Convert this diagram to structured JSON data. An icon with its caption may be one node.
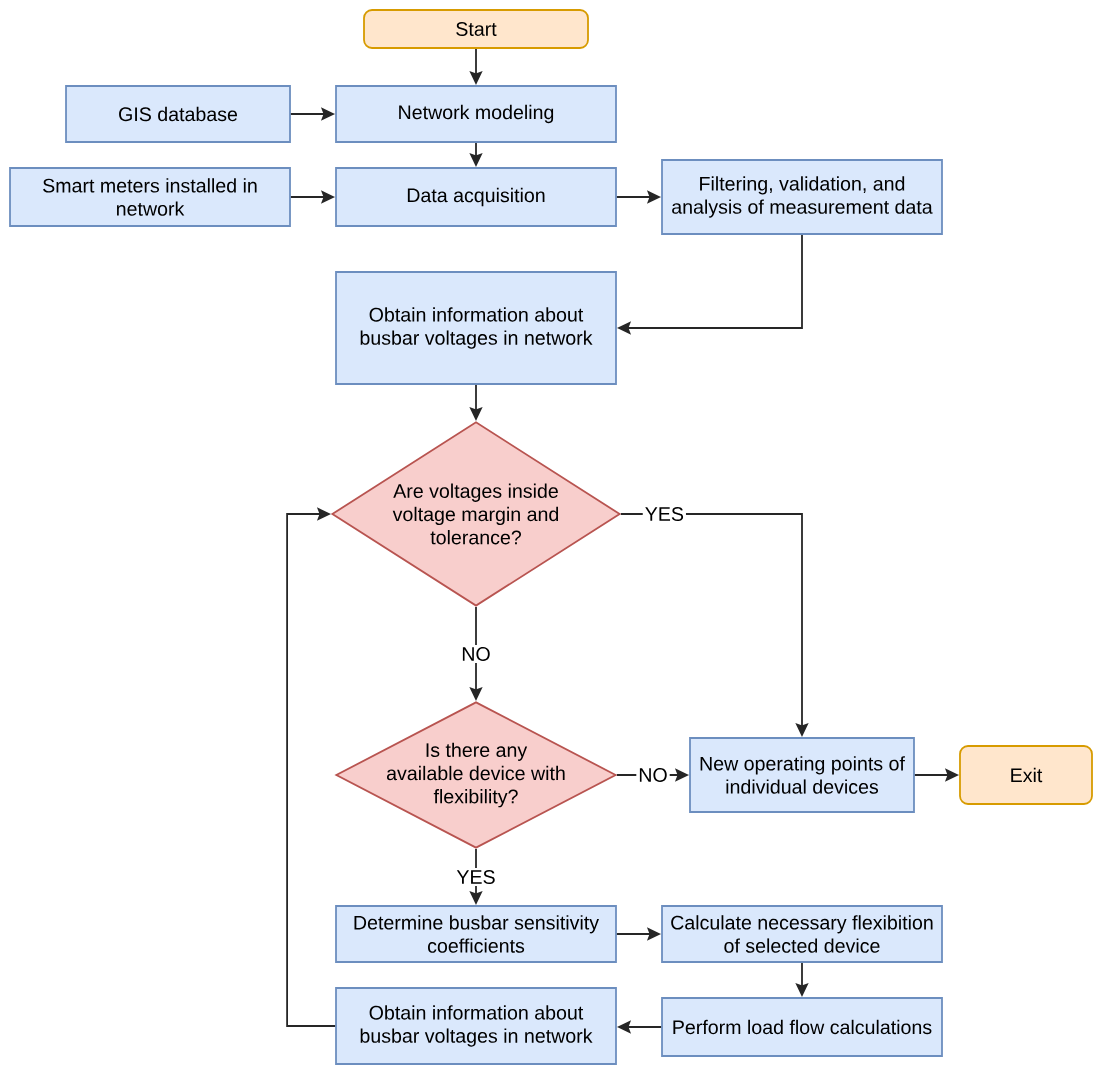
{
  "diagram": {
    "nodes": [
      {
        "text": [
          "Start"
        ]
      },
      {
        "text": [
          "GIS database"
        ]
      },
      {
        "text": [
          "Network modeling"
        ]
      },
      {
        "text": [
          "Smart meters installed in network"
        ]
      },
      {
        "text": [
          "Data acquisition"
        ]
      },
      {
        "text": [
          "Filtering, validation, and analysis of measurement data"
        ]
      },
      {
        "text": [
          "Obtain information about busbar voltages in network"
        ]
      },
      {
        "text": [
          "Are voltages inside voltage margin and tolerance?"
        ]
      },
      {
        "text": [
          "Is there any available device with flexibility?"
        ]
      },
      {
        "text": [
          "New operating points of individual devices"
        ]
      },
      {
        "text": [
          "Exit"
        ]
      },
      {
        "text": [
          "Determine busbar  sensitivity coefficients"
        ]
      },
      {
        "text": [
          "Calculate necessary flexibition of selected device"
        ]
      },
      {
        "text": [
          "Perform load flow calculations"
        ]
      },
      {
        "text": [
          "Obtain information about busbar voltages in network"
        ]
      }
    ],
    "edges": [
      {
        "from": 0,
        "to": 2,
        "arrow": "to"
      },
      {
        "from": 1,
        "to": 2,
        "arrow": "to"
      },
      {
        "from": 2,
        "to": 4,
        "arrow": "to"
      },
      {
        "from": 3,
        "to": 4,
        "arrow": "to"
      },
      {
        "from": 4,
        "to": 5,
        "arrow": "to"
      },
      {
        "from": 5,
        "to": 6,
        "arrow": "to"
      },
      {
        "from": 6,
        "to": 7,
        "arrow": "to"
      },
      {
        "from": 7,
        "to": 9,
        "arrow": "to",
        "label": "YES"
      },
      {
        "from": 7,
        "to": 8,
        "arrow": "to",
        "label": "NO"
      },
      {
        "from": 8,
        "to": 9,
        "arrow": "to",
        "label": "NO"
      },
      {
        "from": 9,
        "to": 10,
        "arrow": "to"
      },
      {
        "from": 8,
        "to": 11,
        "arrow": "to",
        "label": "YES"
      },
      {
        "from": 11,
        "to": 12,
        "arrow": "to"
      },
      {
        "from": 12,
        "to": 13,
        "arrow": "to"
      },
      {
        "from": 13,
        "to": 14,
        "arrow": "to"
      },
      {
        "from": 14,
        "to": 7,
        "arrow": "to"
      }
    ]
  }
}
